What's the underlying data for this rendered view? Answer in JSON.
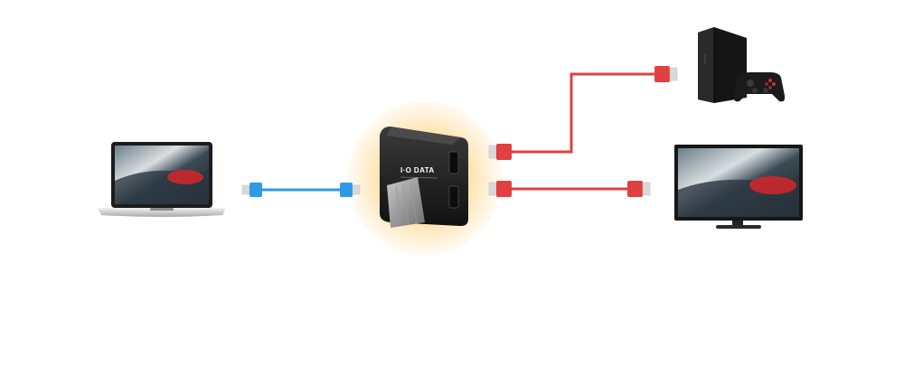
{
  "diagram": {
    "devices": [
      {
        "id": "laptop",
        "icon": "laptop-icon"
      },
      {
        "id": "capture-device",
        "icon": "capture-box-icon",
        "brand_logo": "I-O DATA"
      },
      {
        "id": "game-console",
        "icon": "game-console-icon"
      },
      {
        "id": "controller",
        "icon": "gamepad-icon"
      },
      {
        "id": "monitor",
        "icon": "tv-monitor-icon"
      }
    ],
    "connections": [
      {
        "from": "laptop",
        "to": "capture-device",
        "cable": "usb",
        "color": "#2e9ae8"
      },
      {
        "from": "capture-device",
        "to": "game-console",
        "cable": "hdmi",
        "color": "#e0403f"
      },
      {
        "from": "capture-device",
        "to": "monitor",
        "cable": "hdmi",
        "color": "#e0403f"
      }
    ],
    "colors": {
      "usb_cable": "#2e9ae8",
      "hdmi_cable": "#e0403f",
      "connector_tip": "#d9d9d9",
      "device_body": "#1a1a1a",
      "glow": "#ffc45c"
    }
  }
}
